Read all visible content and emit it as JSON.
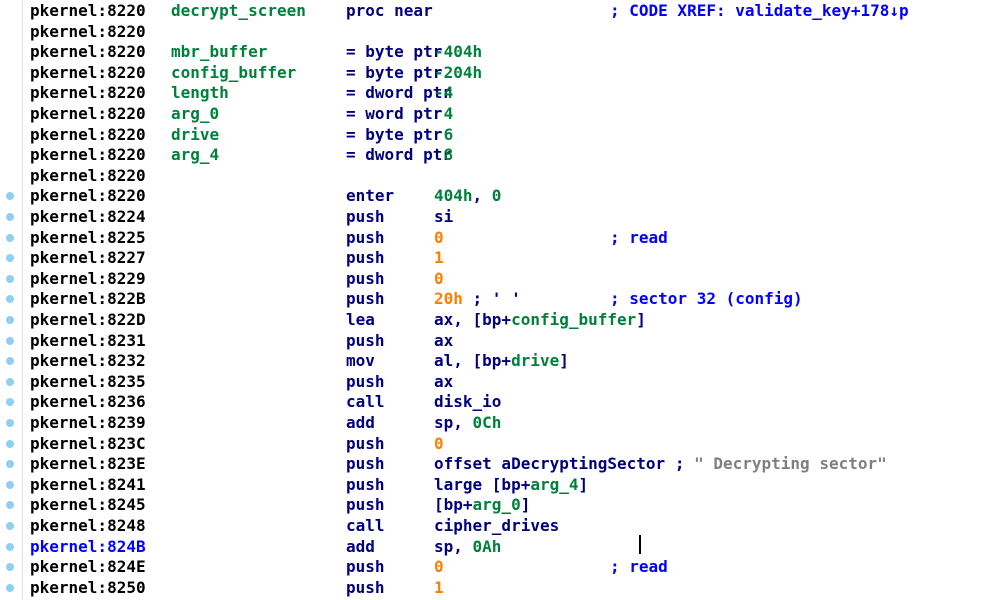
{
  "lines": [
    {
      "addr": "pkernel:8220",
      "label": "decrypt_screen",
      "mnem": "proc near",
      "ops": [],
      "comment": "; CODE XREF: validate_key+178↓p",
      "dot": false
    },
    {
      "addr": "pkernel:8220",
      "label": "",
      "mnem": "",
      "ops": [],
      "comment": "",
      "dot": false
    },
    {
      "addr": "pkernel:8220",
      "label": "mbr_buffer",
      "mnem": "= byte ptr",
      "ops": [
        {
          "t": "-404h",
          "c": "hex"
        }
      ],
      "comment": "",
      "dot": false
    },
    {
      "addr": "pkernel:8220",
      "label": "config_buffer",
      "mnem": "= byte ptr",
      "ops": [
        {
          "t": "-204h",
          "c": "hex"
        }
      ],
      "comment": "",
      "dot": false
    },
    {
      "addr": "pkernel:8220",
      "label": "length",
      "mnem": "= dword ptr",
      "ops": [
        {
          "t": "-4",
          "c": "hex"
        }
      ],
      "comment": "",
      "dot": false
    },
    {
      "addr": "pkernel:8220",
      "label": "arg_0",
      "mnem": "= word ptr",
      "ops": [
        {
          "t": " 4",
          "c": "hex"
        }
      ],
      "comment": "",
      "dot": false
    },
    {
      "addr": "pkernel:8220",
      "label": "drive",
      "mnem": "= byte ptr",
      "ops": [
        {
          "t": " 6",
          "c": "hex"
        }
      ],
      "comment": "",
      "dot": false
    },
    {
      "addr": "pkernel:8220",
      "label": "arg_4",
      "mnem": "= dword ptr",
      "ops": [
        {
          "t": " 8",
          "c": "hex"
        }
      ],
      "comment": "",
      "dot": false
    },
    {
      "addr": "pkernel:8220",
      "label": "",
      "mnem": "",
      "ops": [],
      "comment": "",
      "dot": false
    },
    {
      "addr": "pkernel:8220",
      "label": "",
      "mnem": "enter",
      "ops": [
        {
          "t": "404h",
          "c": "hex"
        },
        {
          "t": ", ",
          "c": "kw"
        },
        {
          "t": "0",
          "c": "hex"
        }
      ],
      "comment": "",
      "dot": true
    },
    {
      "addr": "pkernel:8224",
      "label": "",
      "mnem": "push",
      "ops": [
        {
          "t": "si",
          "c": "kw"
        }
      ],
      "comment": "",
      "dot": true
    },
    {
      "addr": "pkernel:8225",
      "label": "",
      "mnem": "push",
      "ops": [
        {
          "t": "0",
          "c": "num"
        }
      ],
      "comment": "; read",
      "dot": true
    },
    {
      "addr": "pkernel:8227",
      "label": "",
      "mnem": "push",
      "ops": [
        {
          "t": "1",
          "c": "num"
        }
      ],
      "comment": "",
      "dot": true
    },
    {
      "addr": "pkernel:8229",
      "label": "",
      "mnem": "push",
      "ops": [
        {
          "t": "0",
          "c": "num"
        }
      ],
      "comment": "",
      "dot": true
    },
    {
      "addr": "pkernel:822B",
      "label": "",
      "mnem": "push",
      "ops": [
        {
          "t": "20h",
          "c": "num"
        },
        {
          "t": " ; ' '",
          "c": "kw"
        }
      ],
      "comment": "; sector 32 (config)",
      "dot": true
    },
    {
      "addr": "pkernel:822D",
      "label": "",
      "mnem": "lea",
      "ops": [
        {
          "t": "ax, [bp+",
          "c": "kw"
        },
        {
          "t": "config_buffer",
          "c": "var"
        },
        {
          "t": "]",
          "c": "kw"
        }
      ],
      "comment": "",
      "dot": true
    },
    {
      "addr": "pkernel:8231",
      "label": "",
      "mnem": "push",
      "ops": [
        {
          "t": "ax",
          "c": "kw"
        }
      ],
      "comment": "",
      "dot": true
    },
    {
      "addr": "pkernel:8232",
      "label": "",
      "mnem": "mov",
      "ops": [
        {
          "t": "al, [bp+",
          "c": "kw"
        },
        {
          "t": "drive",
          "c": "var"
        },
        {
          "t": "]",
          "c": "kw"
        }
      ],
      "comment": "",
      "dot": true
    },
    {
      "addr": "pkernel:8235",
      "label": "",
      "mnem": "push",
      "ops": [
        {
          "t": "ax",
          "c": "kw"
        }
      ],
      "comment": "",
      "dot": true
    },
    {
      "addr": "pkernel:8236",
      "label": "",
      "mnem": "call",
      "ops": [
        {
          "t": "disk_io",
          "c": "kw"
        }
      ],
      "comment": "",
      "dot": true
    },
    {
      "addr": "pkernel:8239",
      "label": "",
      "mnem": "add",
      "ops": [
        {
          "t": "sp, ",
          "c": "kw"
        },
        {
          "t": "0Ch",
          "c": "hex"
        }
      ],
      "comment": "",
      "dot": true
    },
    {
      "addr": "pkernel:823C",
      "label": "",
      "mnem": "push",
      "ops": [
        {
          "t": "0",
          "c": "num"
        }
      ],
      "comment": "",
      "dot": true
    },
    {
      "addr": "pkernel:823E",
      "label": "",
      "mnem": "push",
      "ops": [
        {
          "t": "offset aDecryptingSector",
          "c": "kw"
        },
        {
          "t": " ; ",
          "c": "kw"
        },
        {
          "t": "\" Decrypting sector\"",
          "c": "strc"
        }
      ],
      "comment": "",
      "dot": true
    },
    {
      "addr": "pkernel:8241",
      "label": "",
      "mnem": "push",
      "ops": [
        {
          "t": "large [bp+",
          "c": "kw"
        },
        {
          "t": "arg_4",
          "c": "var"
        },
        {
          "t": "]",
          "c": "kw"
        }
      ],
      "comment": "",
      "dot": true
    },
    {
      "addr": "pkernel:8245",
      "label": "",
      "mnem": "push",
      "ops": [
        {
          "t": "[bp+",
          "c": "kw"
        },
        {
          "t": "arg_0",
          "c": "var"
        },
        {
          "t": "]",
          "c": "kw"
        }
      ],
      "comment": "",
      "dot": true
    },
    {
      "addr": "pkernel:8248",
      "label": "",
      "mnem": "call",
      "ops": [
        {
          "t": "cipher_drives",
          "c": "kw"
        }
      ],
      "comment": "",
      "dot": true
    },
    {
      "addr": "pkernel:824B",
      "label": "",
      "mnem": "add",
      "ops": [
        {
          "t": "sp, ",
          "c": "kw"
        },
        {
          "t": "0Ah",
          "c": "hex"
        }
      ],
      "comment": "",
      "dot": true,
      "current": true
    },
    {
      "addr": "pkernel:824E",
      "label": "",
      "mnem": "push",
      "ops": [
        {
          "t": "0",
          "c": "num"
        }
      ],
      "comment": "; read",
      "dot": true
    },
    {
      "addr": "pkernel:8250",
      "label": "",
      "mnem": "push",
      "ops": [
        {
          "t": "1",
          "c": "num"
        }
      ],
      "comment": "",
      "dot": true
    }
  ],
  "colors": {
    "address": "#000000",
    "current_address": "#0000ff",
    "label": "#00813b",
    "mnemonic": "#00007f",
    "immediate": "#ff8000",
    "comment": "#0000ff",
    "string_comment": "#7f7f7f",
    "breakpoint_dot": "#8fd0f0"
  }
}
